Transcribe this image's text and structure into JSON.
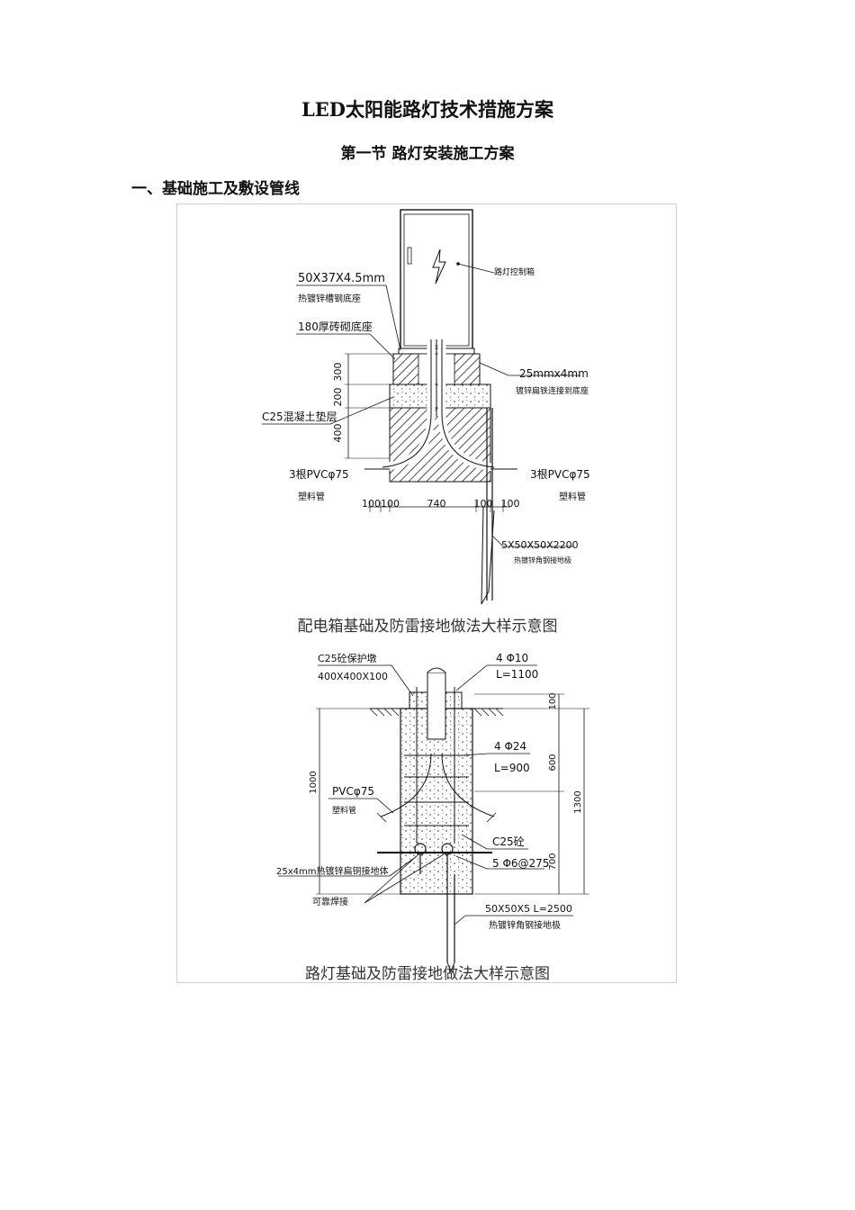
{
  "document": {
    "title": "LED太阳能路灯技术措施方案",
    "section_title": "第一节 路灯安装施工方案",
    "subsection_title": "一、基础施工及敷设管线"
  },
  "figure_top": {
    "caption": "配电箱基础及防雷接地做法大样示意图",
    "labels": {
      "box": "路灯控制箱",
      "channel_spec": "50X37X4.5mm",
      "channel_desc": "热镀锌槽钢底座",
      "brick": "180厚砖砌底座",
      "flat_steel_spec": "25mmx4mm",
      "flat_steel_desc": "镀锌扁铁连接到底座",
      "concrete": "C25混凝土垫层",
      "pvc_left": "3根PVCφ75",
      "pvc_left_desc": "塑料管",
      "pvc_right": "3根PVCφ75",
      "pvc_right_desc": "塑料管",
      "dim_300": "300",
      "dim_200": "200",
      "dim_400": "400",
      "dim_left": "100100",
      "dim_740": "740",
      "dim_100a": "100",
      "dim_100b": "100",
      "angle_spec": "5X50X50X2200",
      "angle_desc": "热镀锌角钢接地极"
    }
  },
  "figure_bottom": {
    "caption": "路灯基础及防雷接地做法大样示意图",
    "labels": {
      "pier_spec": "C25砼保护墩",
      "pier_size": "400X400X100",
      "bolt_spec": "4 Φ10",
      "bolt_len": "L=1100",
      "bar_spec": "4 Φ24",
      "bar_len": "L=900",
      "pvc": "PVCφ75",
      "pvc_desc": "塑料管",
      "concrete": "C25砼",
      "stirrup": "5 Φ6@275",
      "flat_steel": "25x4mm热镀锌扁铜接地体",
      "weld": "可靠焊接",
      "angle_spec": "50X50X5 L=2500",
      "angle_desc": "热镀锌角钢接地极",
      "dim_100": "100",
      "dim_600": "600",
      "dim_700": "700",
      "dim_1300": "1300",
      "dim_1000": "1000"
    }
  }
}
